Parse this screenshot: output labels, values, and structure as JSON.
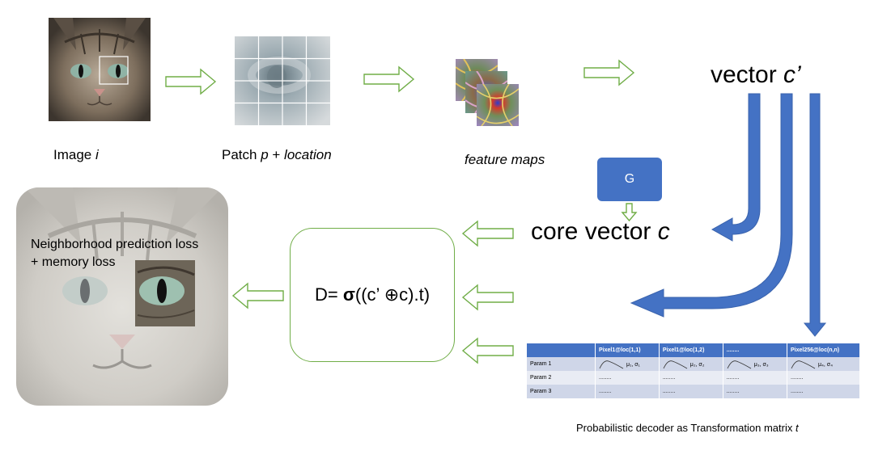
{
  "labels": {
    "image": "Image ",
    "image_var": "i",
    "patch": "Patch ",
    "patch_var": "p",
    "patch_plus": " + ",
    "patch_loc": "location",
    "feature_maps": "feature maps",
    "vector_c_prime": "vector ",
    "vector_c_prime_var": "c’",
    "core_vector": "core vector ",
    "core_vector_var": "c",
    "g_box": "G",
    "decoder_formula_prefix": "D= ",
    "decoder_sigma": "σ",
    "decoder_formula_rest": "((c’ ⊕c).t)",
    "loss_line1": "Neighborhood prediction loss",
    "loss_line2": "+ memory loss",
    "caption": "Probabilistic decoder as Transformation matrix ",
    "caption_var": "t"
  },
  "table": {
    "headers": [
      "",
      "Pixel1@loc(1,1)",
      "Pixel1@loc(1,2)",
      "........",
      "Pixel256@loc(n,n)"
    ],
    "rows": [
      {
        "label": "Param 1",
        "cells": [
          "μ₁, σ₁",
          "μ₂, σ₂",
          "μ₃, σ₃",
          "μ₄, σ₄"
        ]
      },
      {
        "label": "Param 2",
        "cells": [
          "........",
          "........",
          "........",
          "........"
        ]
      },
      {
        "label": "Param 3",
        "cells": [
          "........",
          "........",
          "........",
          "........"
        ]
      }
    ]
  },
  "colors": {
    "green_arrow": "#70ad47",
    "blue": "#4472c4"
  }
}
